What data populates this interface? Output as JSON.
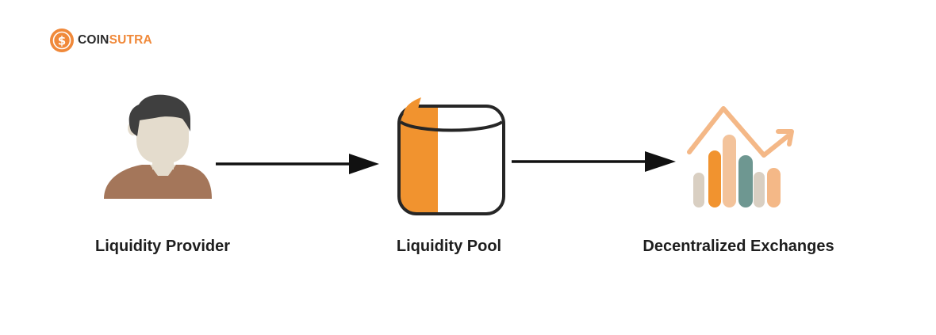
{
  "logo": {
    "word_1": "COIN",
    "word_2": "SUTRA",
    "icon": "coin-dollar-icon"
  },
  "nodes": [
    {
      "id": "provider",
      "label": "Liquidity Provider",
      "icon": "person-icon"
    },
    {
      "id": "pool",
      "label": "Liquidity Pool",
      "icon": "cylinder-database-icon"
    },
    {
      "id": "dex",
      "label": "Decentralized Exchanges",
      "icon": "bar-chart-trend-icon"
    }
  ],
  "edges": [
    {
      "from": "provider",
      "to": "pool"
    },
    {
      "from": "pool",
      "to": "dex"
    }
  ],
  "colors": {
    "brand_orange": "#f0893a",
    "skin": "#e4dccd",
    "hair": "#3f3f3f",
    "shirt": "#a4765a",
    "pool_orange": "#f1932f",
    "teal": "#6e9791",
    "light_orange": "#f4b887",
    "pale": "#d9cfc2",
    "peach": "#f3c39b",
    "text": "#1e1e1e"
  }
}
